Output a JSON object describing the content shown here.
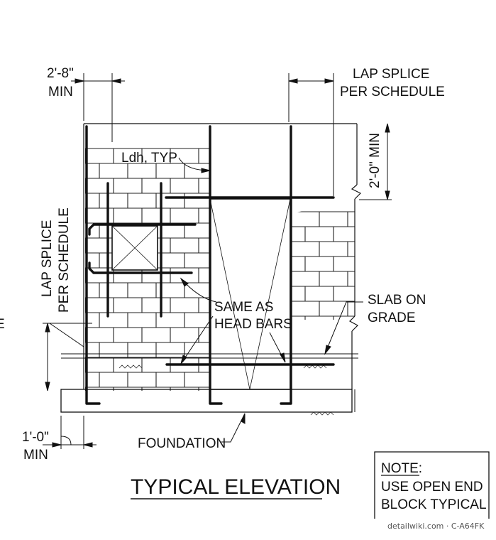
{
  "labels": {
    "dim_top_left_value": "2'-8\"",
    "dim_top_left_min": "MIN",
    "lap_splice_top_1": "LAP SPLICE",
    "lap_splice_top_2": "PER SCHEDULE",
    "dim_right_vertical": "2'-0\" MIN",
    "ldh_typ": "Ldh, TYP",
    "lap_splice_left_1": "LAP SPLICE",
    "lap_splice_left_2": "PER SCHEDULE",
    "cut_off_left": "E",
    "same_as_1": "SAME AS",
    "same_as_2": "HEAD BARS",
    "slab_1": "SLAB ON",
    "slab_2": "GRADE",
    "dim_bottom_value": "1'-0\"",
    "dim_bottom_min": "MIN",
    "foundation": "FOUNDATION",
    "title": "TYPICAL ELEVATION",
    "note_heading": "NOTE:",
    "note_line_1": "USE OPEN END",
    "note_line_2": "BLOCK TYPICAL",
    "watermark": "detailwiki.com · C-A64FK"
  }
}
